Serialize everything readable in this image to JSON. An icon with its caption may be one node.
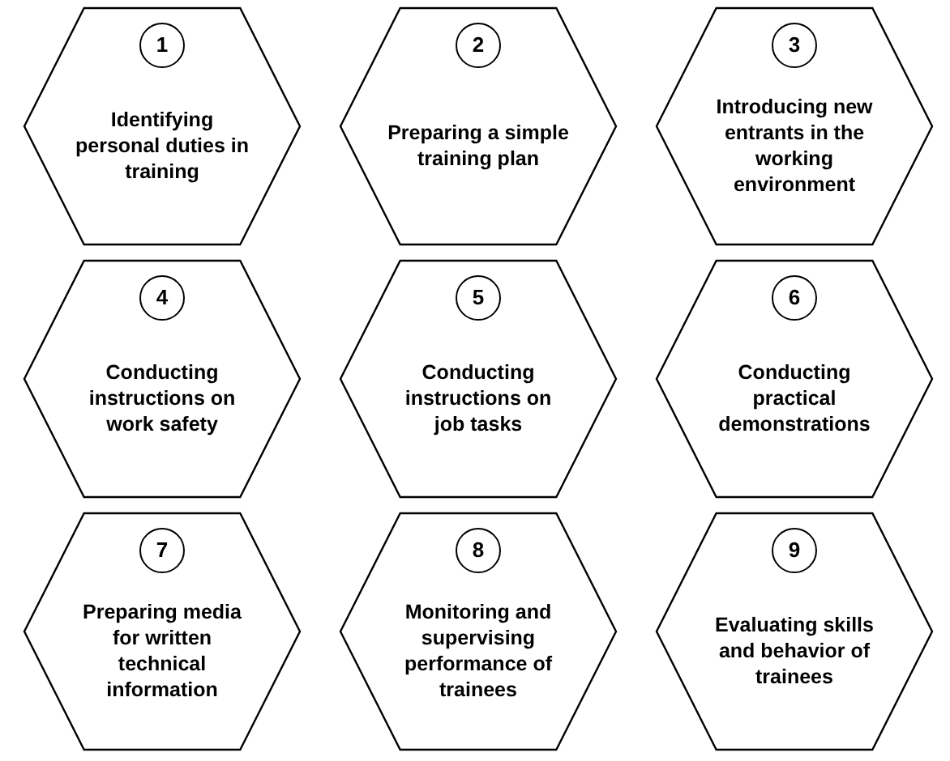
{
  "diagram": {
    "nodes": [
      {
        "text": [
          "1",
          "Identifying personal duties in training"
        ]
      },
      {
        "text": [
          "2",
          "Preparing a simple training plan"
        ]
      },
      {
        "text": [
          "3",
          "Introducing new entrants in the working environment"
        ]
      },
      {
        "text": [
          "4",
          "Conducting instructions on work safety"
        ]
      },
      {
        "text": [
          "5",
          "Conducting instructions on job tasks"
        ]
      },
      {
        "text": [
          "6",
          "Conducting practical demonstrations"
        ]
      },
      {
        "text": [
          "7",
          "Preparing media for written technical information"
        ]
      },
      {
        "text": [
          "8",
          "Monitoring and supervising performance of trainees"
        ]
      },
      {
        "text": [
          "9",
          "Evaluating skills and behavior of trainees"
        ]
      }
    ]
  }
}
